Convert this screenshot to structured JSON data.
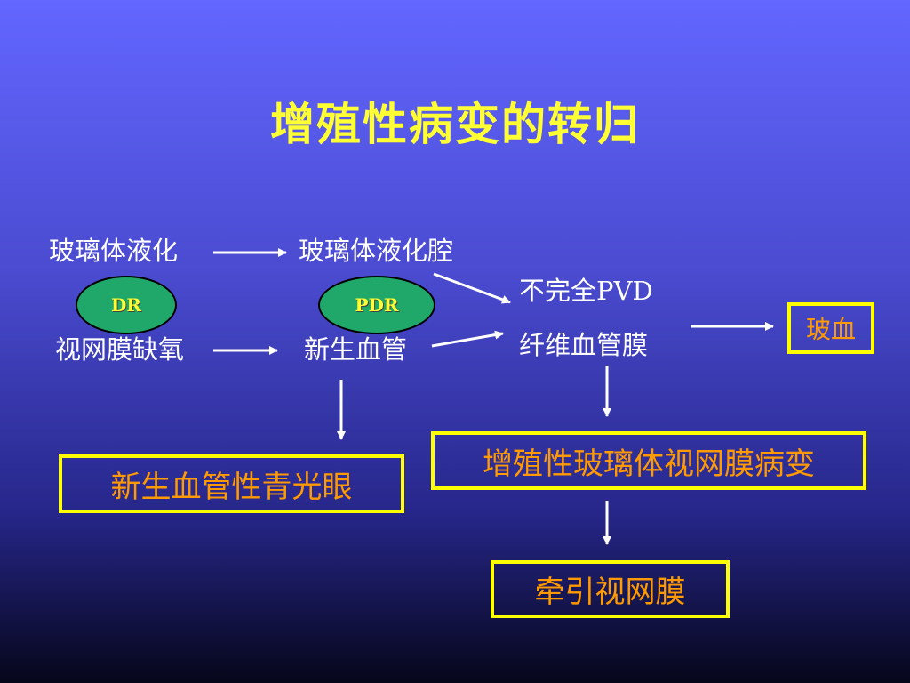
{
  "slide": {
    "title": "增殖性病变的转归"
  },
  "flow": {
    "vitreous_liquefaction": "玻璃体液化",
    "liquefaction_cavity": "玻璃体液化腔",
    "incomplete_pvd": "不完全PVD",
    "retinal_hypoxia": "视网膜缺氧",
    "neovascularization": "新生血管",
    "fibrovascular_membrane": "纤维血管膜",
    "dr_badge": "DR",
    "pdr_badge": "PDR"
  },
  "outcomes": {
    "vitreous_hemorrhage": "玻血",
    "neovascular_glaucoma": "新生血管性青光眼",
    "pvr": "增殖性玻璃体视网膜病变",
    "traction_detachment": "牵引视网膜"
  },
  "colors": {
    "title": "#ffff33",
    "body_text": "#ffffff",
    "box_border": "#ffff00",
    "box_text": "#ff9a00",
    "badge_fill": "#1fa86a"
  }
}
